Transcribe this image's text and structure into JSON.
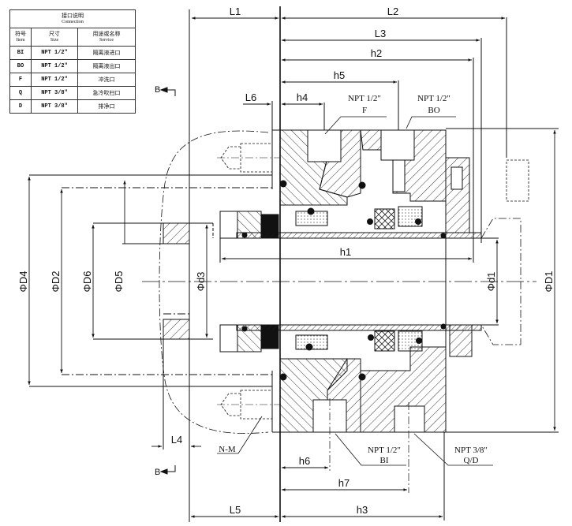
{
  "connection_table": {
    "title": "接口说明",
    "title_en": "Connection",
    "headers": [
      {
        "label": "符号",
        "label_en": "Item"
      },
      {
        "label": "尺寸",
        "label_en": "Size"
      },
      {
        "label": "用途或名称",
        "label_en": "Service"
      }
    ],
    "rows": [
      {
        "item": "BI",
        "size": "NPT 1/2\"",
        "service": "隔离液进口"
      },
      {
        "item": "BO",
        "size": "NPT 1/2\"",
        "service": "隔离液出口"
      },
      {
        "item": "F",
        "size": "NPT 1/2\"",
        "service": "冲洗口"
      },
      {
        "item": "Q",
        "size": "NPT 3/8\"",
        "service": "急冷吹扫口"
      },
      {
        "item": "D",
        "size": "NPT 3/8\"",
        "service": "排净口"
      }
    ]
  },
  "dimensions": {
    "L1": "L1",
    "L2": "L2",
    "L3": "L3",
    "L4": "L4",
    "L5": "L5",
    "L6": "L6",
    "h1": "h1",
    "h2": "h2",
    "h3": "h3",
    "h4": "h4",
    "h5": "h5",
    "h6": "h6",
    "h7": "h7",
    "D1": "D1",
    "D2": "D2",
    "D4": "D4",
    "D5": "D5",
    "D6": "D6",
    "d1": "d1",
    "d3": "d3"
  },
  "diameter_symbol": "Φ",
  "callouts": {
    "F": {
      "size": "NPT 1/2\"",
      "label": "F"
    },
    "BO": {
      "size": "NPT 1/2\"",
      "label": "BO"
    },
    "BI": {
      "size": "NPT 1/2\"",
      "label": "BI"
    },
    "QD": {
      "size": "NPT 3/8\"",
      "label": "Q/D"
    },
    "NM": {
      "label": "N-M"
    }
  },
  "section_markers": {
    "top": "B",
    "bottom": "B"
  },
  "colors": {
    "line": "#111111",
    "hatch": "#222222",
    "background": "#ffffff"
  }
}
